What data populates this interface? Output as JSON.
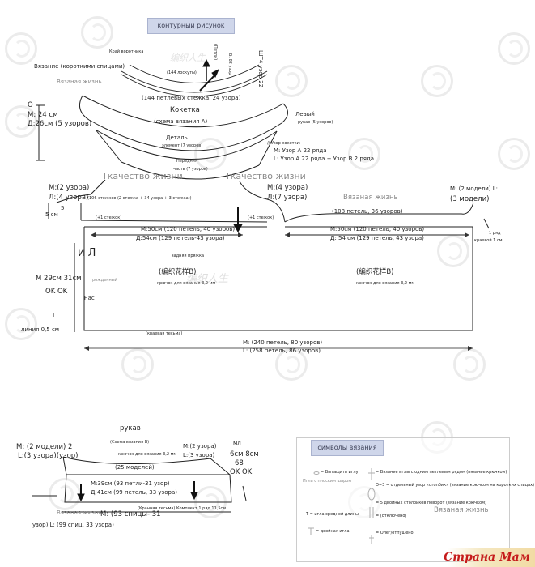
{
  "header": {
    "title": "контурный рисунок"
  },
  "collar": {
    "edge_label": "Край воротника",
    "short_rows": "Вязание (короткими спицами)",
    "knitted_life": "Вязаная жизнь",
    "stitches_inner": "(144 лоскуты)",
    "stitches_outer": "(144 петлевых стежка, 24 узора)",
    "vertical_1": "(Петли)",
    "vertical_2": "Б. 82 узор",
    "vertical_3": "ШТ4 узор 22"
  },
  "yoke": {
    "label_o": "O",
    "m_size": "M: 24 см",
    "d_size": "Д:26см (5 узоров)",
    "title": "Кокетка",
    "scheme": "(схема вязания A)",
    "left_label": "Левый",
    "left_sub": "рукав (5 узоров)",
    "detail": "Деталь",
    "detail_sub": "элемент (7 узоров)",
    "front": "Передняя",
    "front_sub": "часть (7 узоров)",
    "pattern_line1": "// Узор кокетки:",
    "pattern_line2": "M: Узор A 22 ряда",
    "pattern_line3": "L: Узор A 22 ряда + Узор B 2 ряда"
  },
  "body": {
    "left_m": "M:(2 узора)",
    "left_l": "Л:(4 узора)",
    "weave_left": "Ткачество жизни",
    "weave_right": "Ткачество жизни",
    "mid_m": "M:(4 узора)",
    "mid_l": "Л:(7 узора)",
    "knitted_life": "Вязаная жизнь",
    "right_m": "M: (2 модели) L:",
    "right_l": "(3 модели)",
    "bracket_stitches": "(106 стежков (2 стежка + 34 узора + 3 стежка))",
    "right_stitches": "(108 петель, 36 узоров)",
    "size_5cm": "5 см",
    "size_5": "5",
    "small_1": "(+1 стежок)",
    "small_2": "(+1 стежок)",
    "back_m": "M:50см (120 петель, 40 узоров)",
    "back_d": "Д:54см (129 петель-43 узора)",
    "front_m": "M:50см (120 петель, 40 узоров)",
    "front_d": "Д: 54 см (129 петель, 43 узора)",
    "back_label": "задняя пряжка",
    "pattern_b_left": "(编织花样B)",
    "pattern_b_right": "(编织花样B)",
    "hook_left": "крючок для вязания 3,2 мм",
    "hook_right": "крючок для вязания 3,2 мм",
    "side_i_l": "и Л",
    "side_m": "M 29см 31см",
    "side_ok": "OK OK",
    "side_t": "T",
    "side_born": "рожденный",
    "side_nas": "нас",
    "side_line": "линия 0,5 см",
    "row_note": "1 ряд",
    "row_note_sub": "краевой 1 см",
    "edge_band": "(краевая тесьма)",
    "total_m": "M: (240 петель, 80 узоров)",
    "total_l": "L: (258 петель, 86 узоров)"
  },
  "sleeve": {
    "title": "рукав",
    "scheme": "(Схема вязания B)",
    "hook": "крючок для вязания 3,2 мм",
    "left_m": "M: (2 модели) 2",
    "left_l": "L:(3 узора)(узор)",
    "right_m": "M:(2 узора)",
    "right_l": "L:(3 узора)",
    "models": "(25 моделей)",
    "m_size": "M:39см (93 петли-31 узор)",
    "d_size": "Д:41см (99 петель, 33 узора)",
    "mid_text": "(Кранняя тесьма) Комплект 1 ряд 11,5см",
    "right_ml": "мл",
    "right_sizes": "6см 8см",
    "right_68": "68",
    "right_ok": "OK OK",
    "bottom_knit": "Вязаная жизнь",
    "bottom_m": "M: (93 спицы- 31",
    "bottom_m2": "узор) L: (99 спиц, 33 узора)"
  },
  "legend": {
    "title": "символы вязания",
    "items": [
      "= Вытащить иглу",
      "= Вязание иглы с одним петлевым рядом (вязание крючком)",
      "Игла с плоским шаром",
      "О=3 = отдельный узор «столбик» (вязание крючком на коротких спицах)",
      "= 5 двойных столбиков поворот (вязание крючком)",
      "Т = игла средней длины",
      "= (отключено)",
      "= двойная игла",
      "= Олег/отпущено"
    ],
    "knitted_life": "Вязаная жизнь"
  },
  "watermark_text": [
    "编织人生",
    "编织人生"
  ],
  "logo": "Страна Мам"
}
